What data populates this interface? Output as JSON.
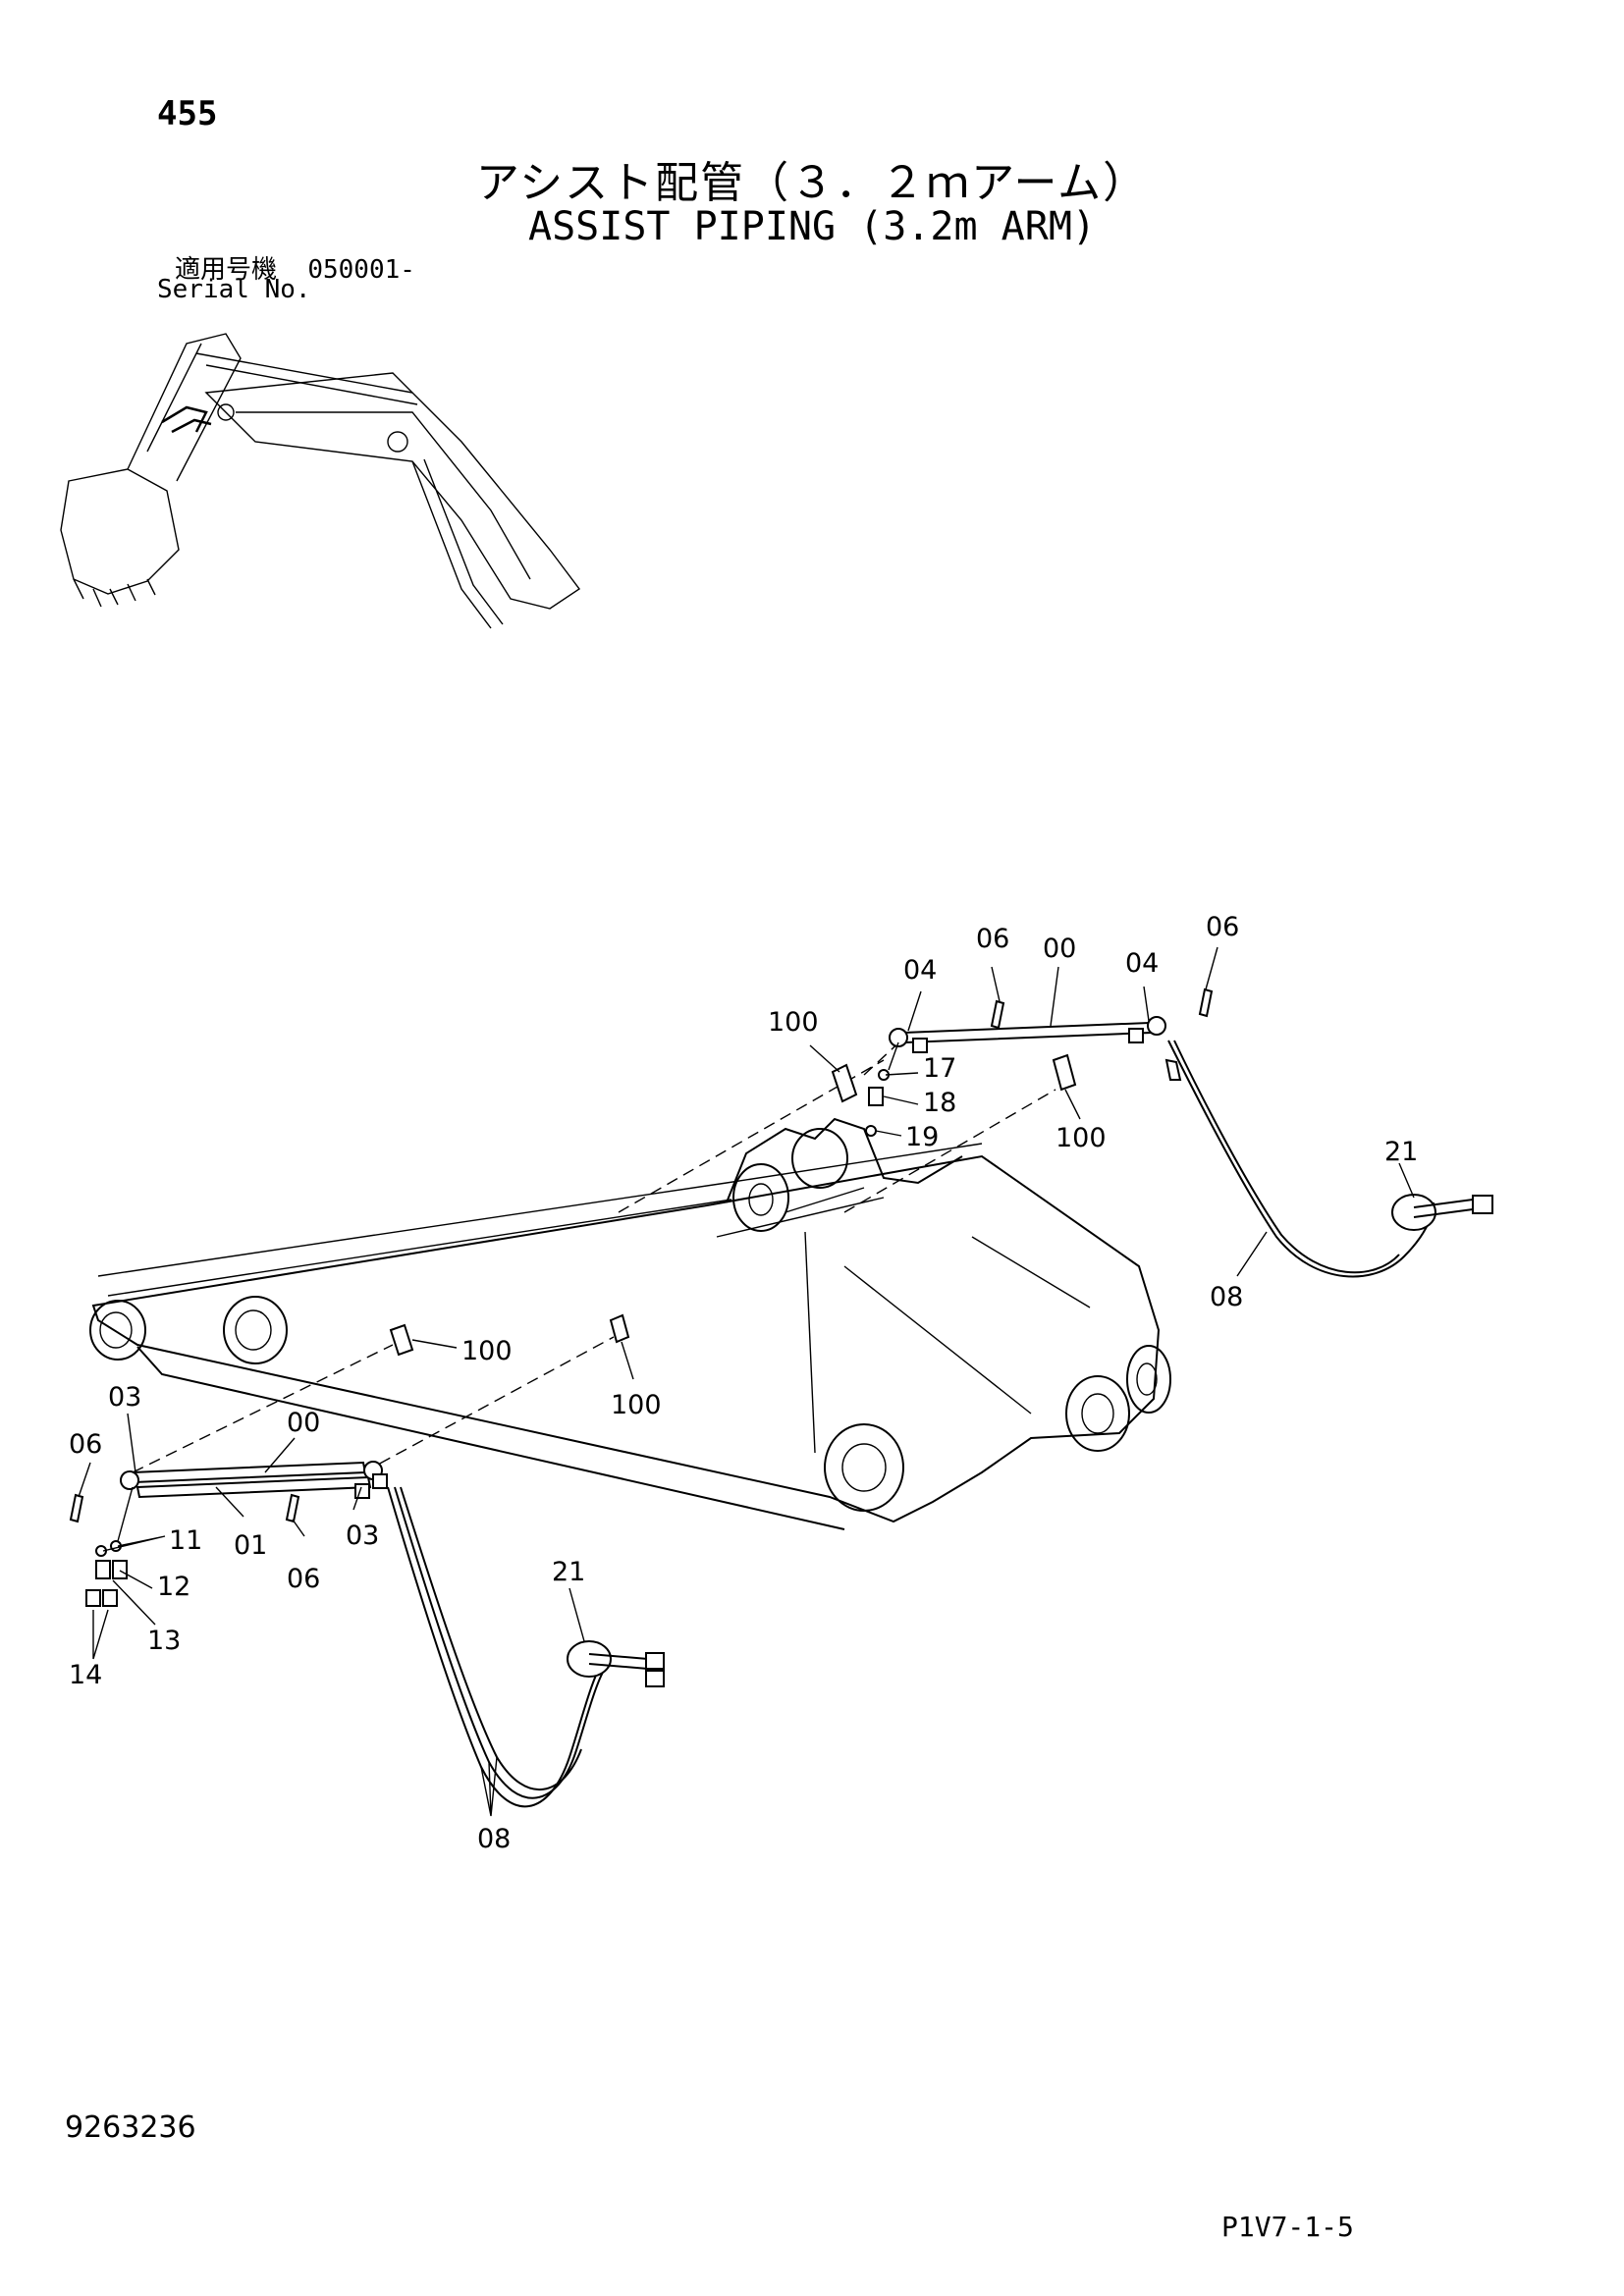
{
  "header": {
    "page_number": "455",
    "title_jp": "アシスト配管（３．２ｍアーム）",
    "title_en": "ASSIST PIPING (3.2m ARM)",
    "serial_label_jp": "適用号機",
    "serial_value": "050001-",
    "serial_label_en": "Serial No."
  },
  "callouts": {
    "c00_top": "00",
    "c04_left": "04",
    "c04_right": "04",
    "c06_top_left": "06",
    "c06_top_right": "06",
    "c100_top_left": "100",
    "c100_top_right": "100",
    "c17": "17",
    "c18": "18",
    "c19": "19",
    "c21_right": "21",
    "c08_right": "08",
    "c100_mid_left": "100",
    "c100_mid_right": "100",
    "c03_left": "03",
    "c00_bottom": "00",
    "c06_left": "06",
    "c11": "11",
    "c01": "01",
    "c03_right": "03",
    "c12": "12",
    "c06_bottom": "06",
    "c13": "13",
    "c14": "14",
    "c21_bottom": "21",
    "c08_bottom": "08"
  },
  "footer": {
    "drawing_number": "9263236",
    "sheet_code": "P1V7-1-5"
  }
}
